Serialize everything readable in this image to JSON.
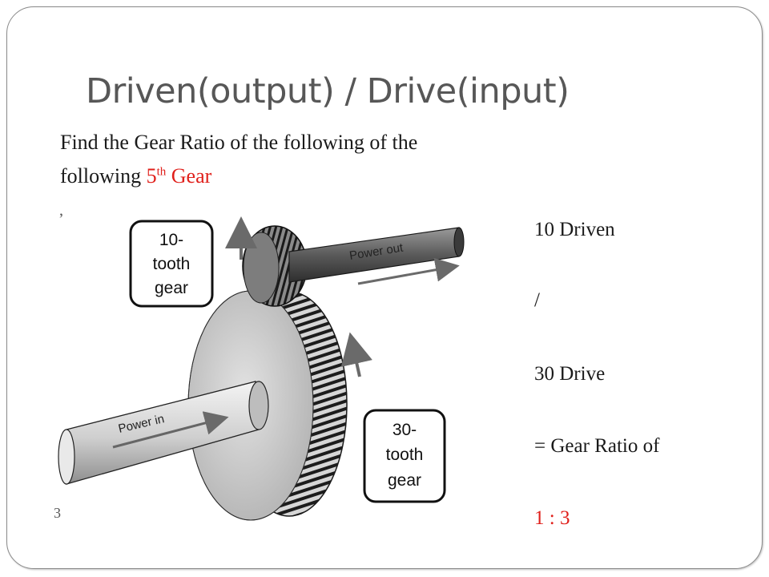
{
  "slide": {
    "title": "Driven(output) / Drive(input)",
    "instruction": {
      "line1": "Find the Gear Ratio of the following of the",
      "line2_prefix": "following ",
      "gear_number": "5",
      "gear_suffix": "th",
      "gear_word": " Gear"
    },
    "solution": {
      "driven": "10 Driven",
      "slash": "/",
      "drive": "30 Drive",
      "equals": "= Gear Ratio of",
      "result": "1 : 3"
    },
    "colors": {
      "title": "#575757",
      "highlight": "#e0201b",
      "text": "#1a1a1a"
    }
  },
  "diagram": {
    "small_gear_label": [
      "10-",
      "tooth",
      "gear"
    ],
    "large_gear_label": [
      "30-",
      "tooth",
      "gear"
    ],
    "power_out_label": "Power out",
    "power_in_label": "Power in",
    "stray_marks": [
      "ʼ",
      "3"
    ]
  }
}
